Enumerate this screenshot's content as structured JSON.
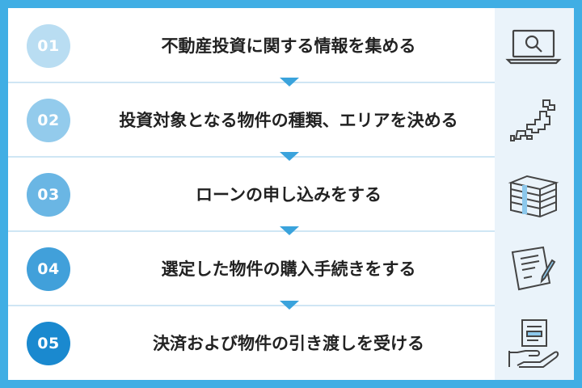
{
  "steps": [
    {
      "number": "01",
      "label": "不動産投資に関する情報を集める",
      "icon": "laptop-search-icon",
      "color": "#b9ddf2"
    },
    {
      "number": "02",
      "label": "投資対象となる物件の種類、エリアを決める",
      "icon": "japan-map-icon",
      "color": "#93cbec"
    },
    {
      "number": "03",
      "label": "ローンの申し込みをする",
      "icon": "money-stack-icon",
      "color": "#6ab6e4"
    },
    {
      "number": "04",
      "label": "選定した物件の購入手続きをする",
      "icon": "contract-pen-icon",
      "color": "#41a0da"
    },
    {
      "number": "05",
      "label": "決済および物件の引き渡しを受ける",
      "icon": "document-hand-icon",
      "color": "#1a89cf"
    }
  ]
}
